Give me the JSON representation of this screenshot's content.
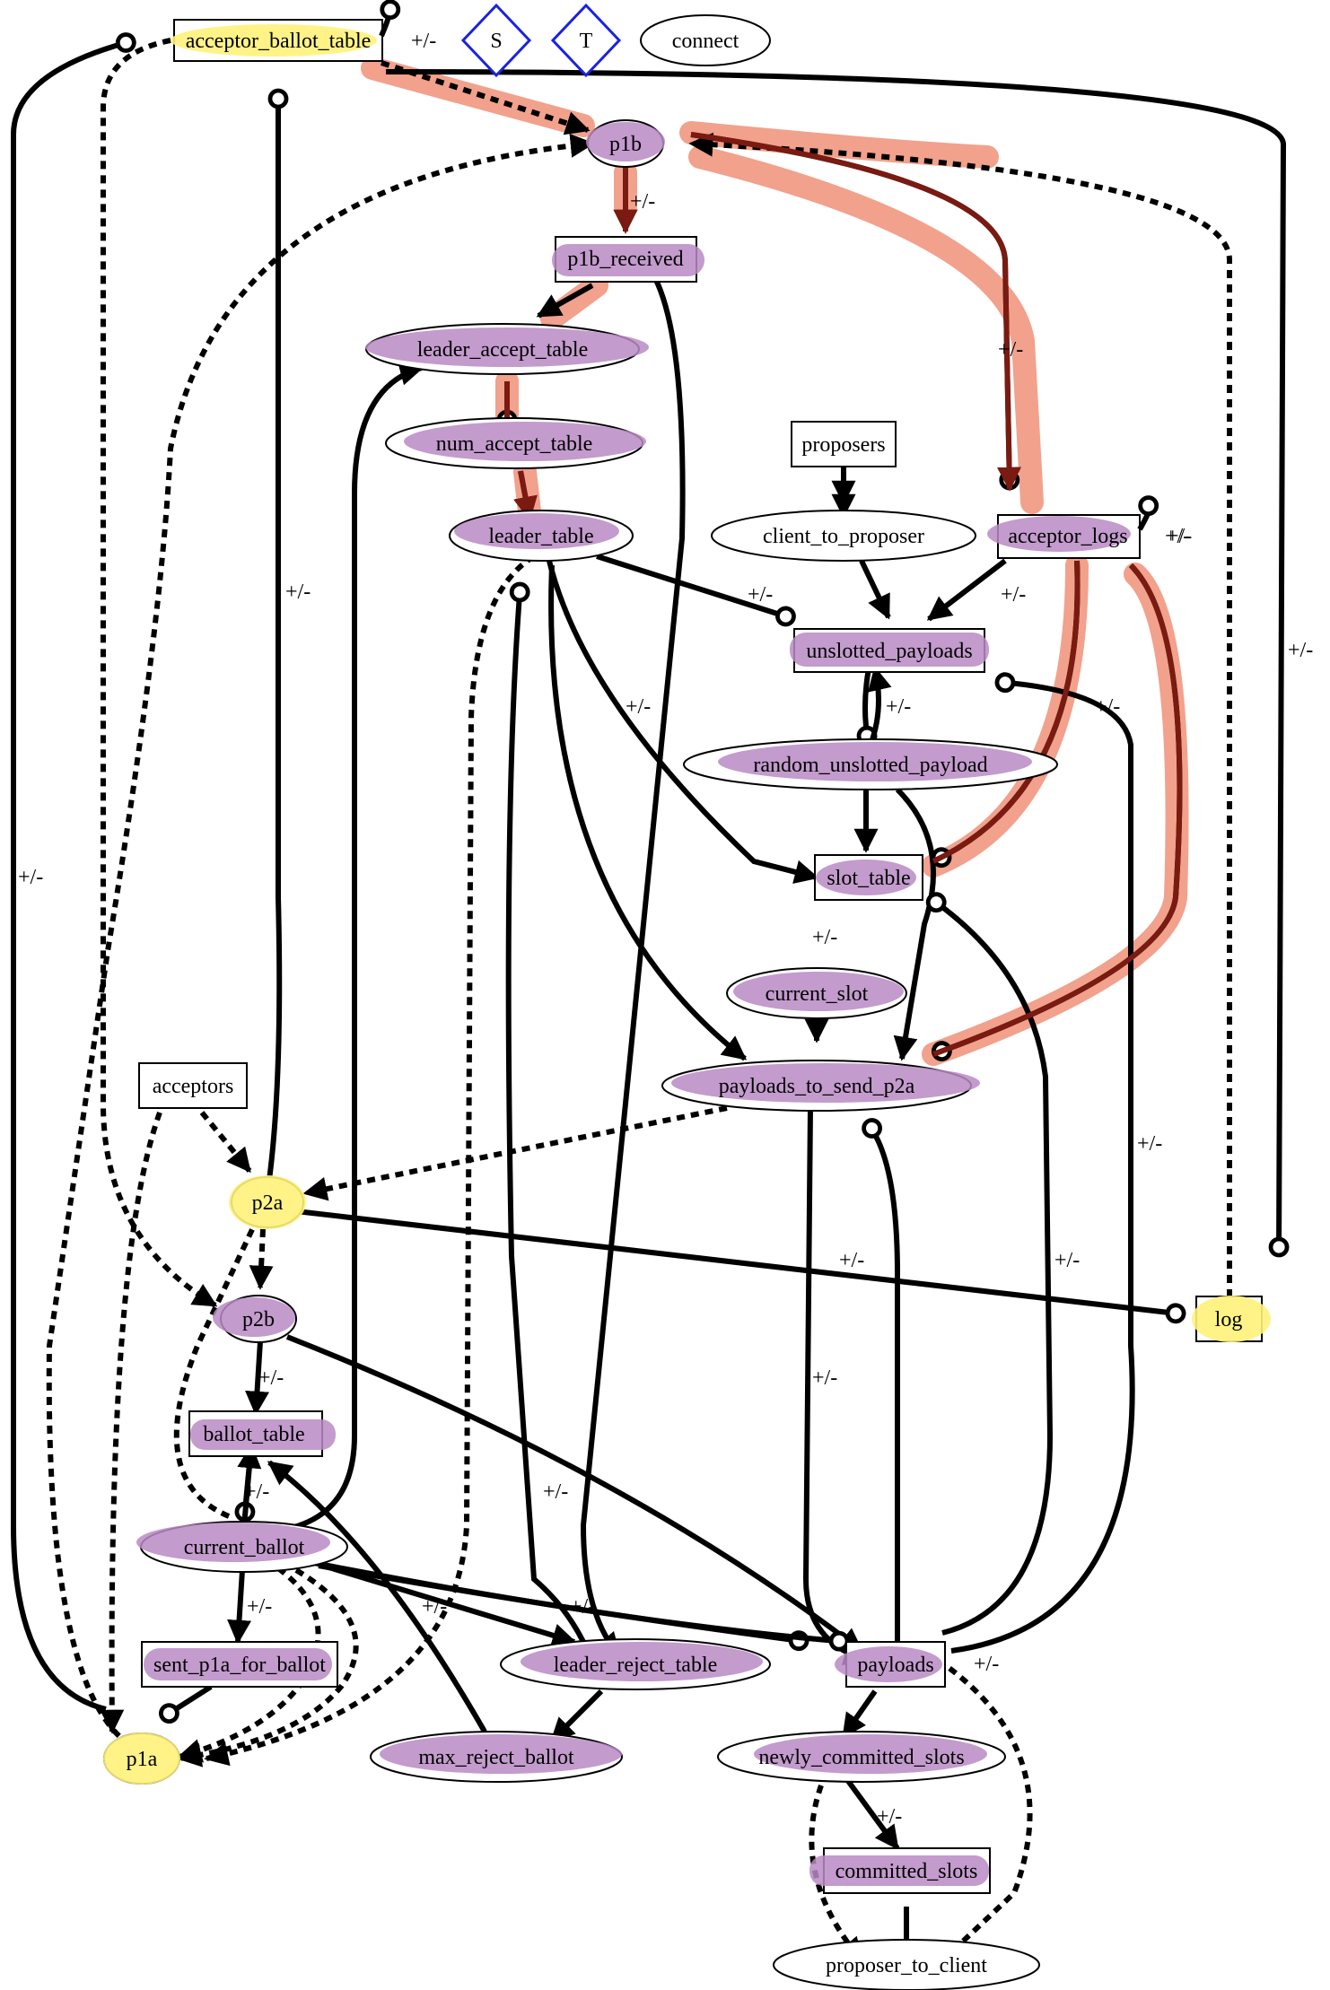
{
  "palette": {
    "purple_highlight": "#b88ac4",
    "yellow_highlight": "#fff27a",
    "red_highlight": "#f09078",
    "dark_red_edge": "#7a1a10",
    "diamond_stroke": "#1a22e0",
    "edge": "#000000"
  },
  "nodes": {
    "acceptor_ballot_table": "acceptor_ballot_table",
    "s": "S",
    "t": "T",
    "connect": "connect",
    "p1b": "p1b",
    "p1b_received": "p1b_received",
    "leader_accept_table": "leader_accept_table",
    "num_accept_table": "num_accept_table",
    "proposers": "proposers",
    "client_to_proposer": "client_to_proposer",
    "acceptor_logs": "acceptor_logs",
    "leader_table": "leader_table",
    "unslotted_payloads": "unslotted_payloads",
    "random_unslotted_payload": "random_unslotted_payload",
    "slot_table": "slot_table",
    "current_slot": "current_slot",
    "payloads_to_send_p2a": "payloads_to_send_p2a",
    "acceptors": "acceptors",
    "p2a": "p2a",
    "p2b": "p2b",
    "log": "log",
    "ballot_table": "ballot_table",
    "current_ballot": "current_ballot",
    "sent_p1a_for_ballot": "sent_p1a_for_ballot",
    "leader_reject_table": "leader_reject_table",
    "payloads": "payloads",
    "p1a": "p1a",
    "max_reject_ballot": "max_reject_ballot",
    "newly_committed_slots": "newly_committed_slots",
    "committed_slots": "committed_slots",
    "proposer_to_client": "proposer_to_client"
  },
  "edge_label": "+/-"
}
